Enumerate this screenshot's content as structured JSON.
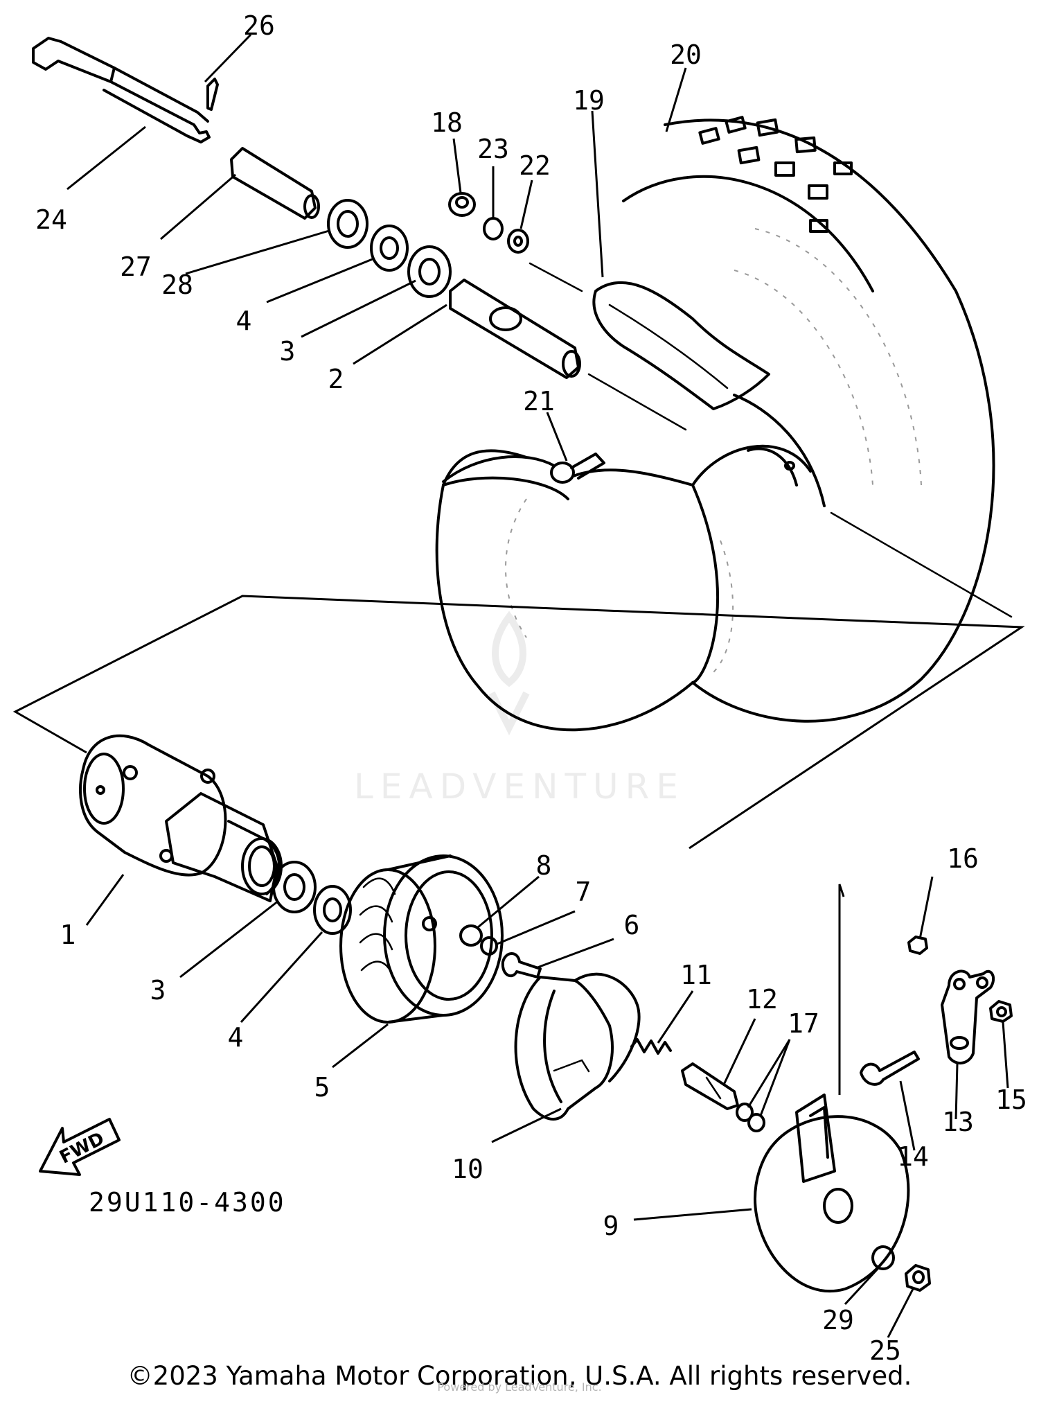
{
  "callouts": [
    {
      "id": "1",
      "text": "1"
    },
    {
      "id": "2",
      "text": "2"
    },
    {
      "id": "3a",
      "text": "3"
    },
    {
      "id": "3b",
      "text": "3"
    },
    {
      "id": "4a",
      "text": "4"
    },
    {
      "id": "4b",
      "text": "4"
    },
    {
      "id": "5",
      "text": "5"
    },
    {
      "id": "6",
      "text": "6"
    },
    {
      "id": "7",
      "text": "7"
    },
    {
      "id": "8",
      "text": "8"
    },
    {
      "id": "9",
      "text": "9"
    },
    {
      "id": "10",
      "text": "10"
    },
    {
      "id": "11",
      "text": "11"
    },
    {
      "id": "12",
      "text": "12"
    },
    {
      "id": "13",
      "text": "13"
    },
    {
      "id": "14",
      "text": "14"
    },
    {
      "id": "15",
      "text": "15"
    },
    {
      "id": "16",
      "text": "16"
    },
    {
      "id": "17",
      "text": "17"
    },
    {
      "id": "18",
      "text": "18"
    },
    {
      "id": "19",
      "text": "19"
    },
    {
      "id": "20",
      "text": "20"
    },
    {
      "id": "21",
      "text": "21"
    },
    {
      "id": "22",
      "text": "22"
    },
    {
      "id": "23",
      "text": "23"
    },
    {
      "id": "24",
      "text": "24"
    },
    {
      "id": "25",
      "text": "25"
    },
    {
      "id": "26",
      "text": "26"
    },
    {
      "id": "27",
      "text": "27"
    },
    {
      "id": "28",
      "text": "28"
    },
    {
      "id": "29",
      "text": "29"
    }
  ],
  "fwd_label": "FWD",
  "drawing_number": "29U110-4300",
  "watermark": "LEADVENTURE",
  "copyright": "©2023 Yamaha Motor Corporation, U.S.A. All rights reserved.",
  "subfooter": "Powered by LeadVenture, Inc."
}
